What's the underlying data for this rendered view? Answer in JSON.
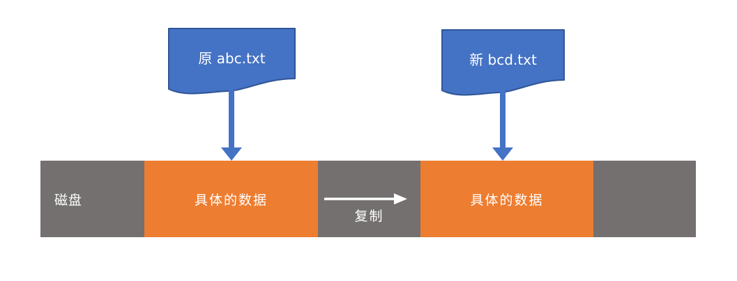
{
  "diagram": {
    "title_none": "",
    "disk": {
      "label": "磁盘",
      "source_data_label": "具体的数据",
      "dest_data_label": "具体的数据"
    },
    "files": {
      "source_label": "原 abc.txt",
      "dest_label": "新 bcd.txt"
    },
    "copy_action_label": "复制",
    "icons": {
      "down_arrow": "down-arrow-icon",
      "copy_arrow": "right-arrow-icon",
      "file_shape": "document-wave-shape"
    },
    "colors": {
      "file_fill": "#4472C4",
      "file_border": "#2F5597",
      "arrow_blue": "#4472C4",
      "disk_gray": "#747070",
      "data_orange": "#ED7D31",
      "text_white": "#FFFFFF",
      "background": "#FFFFFF"
    }
  }
}
